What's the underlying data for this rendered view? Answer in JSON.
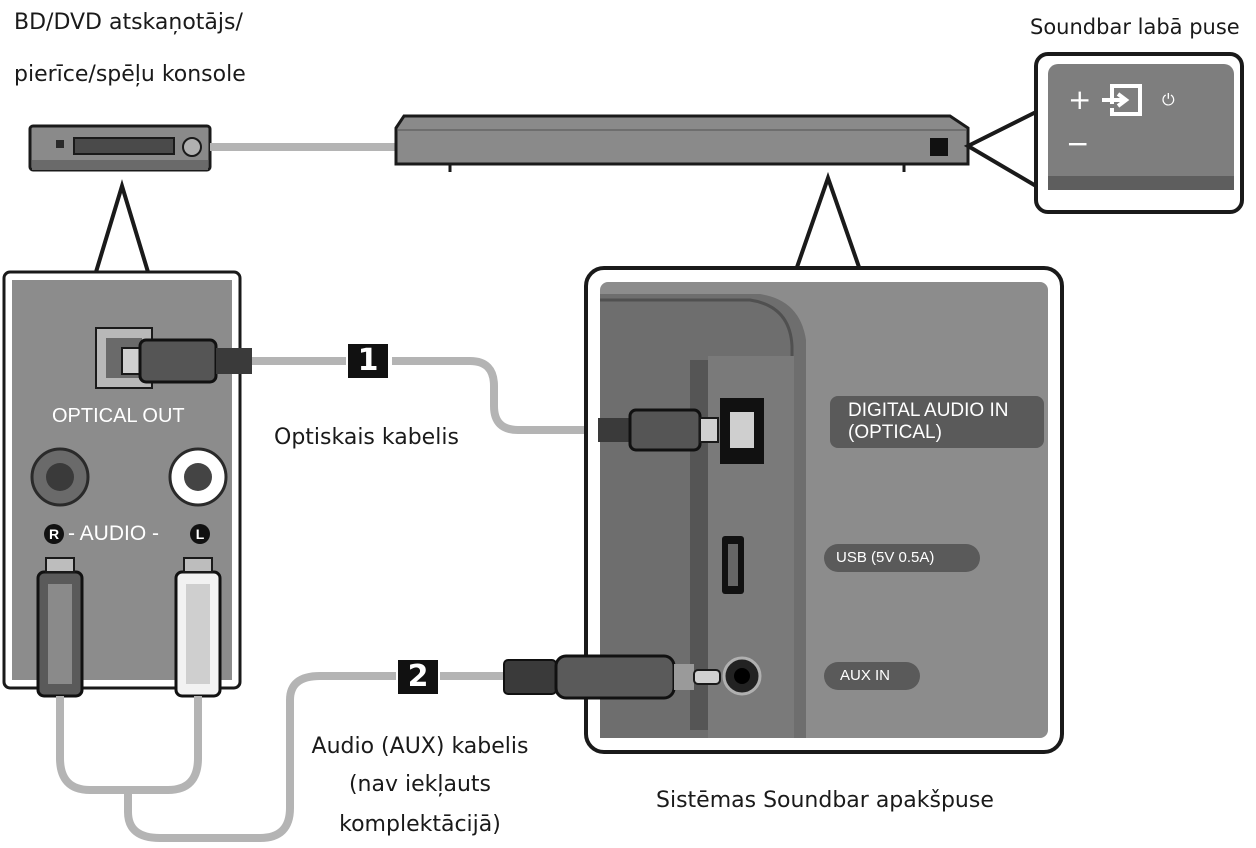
{
  "labels": {
    "source_device": [
      "BD/DVD atskaņotājs/",
      "pierīce/spēļu konsole"
    ],
    "soundbar_right_side": "Soundbar labā puse",
    "optical_out": "OPTICAL OUT",
    "audio_l": "L",
    "audio_r": "R",
    "audio_center": "- AUDIO -",
    "optical_cable": "Optiskais kabelis",
    "aux_cable": [
      "Audio (AUX) kabelis",
      "(nav iekļauts",
      "komplektācijā)"
    ],
    "soundbar_bottom": "Sistēmas Soundbar apakšpuse",
    "digital_audio_in": [
      "DIGITAL AUDIO IN",
      "(OPTICAL)"
    ],
    "usb": "USB (5V 0.5A)",
    "aux_in": "AUX IN"
  },
  "steps": [
    "1",
    "2"
  ],
  "controls": {
    "plus": "+",
    "minus": "−",
    "input_icon": "input-source-icon",
    "power_icon": "power-icon"
  },
  "colors": {
    "panel_gray": "#8c8c8c",
    "cable_gray": "#b4b4b4",
    "outline": "#1a1a1a",
    "badge": "#111111"
  }
}
